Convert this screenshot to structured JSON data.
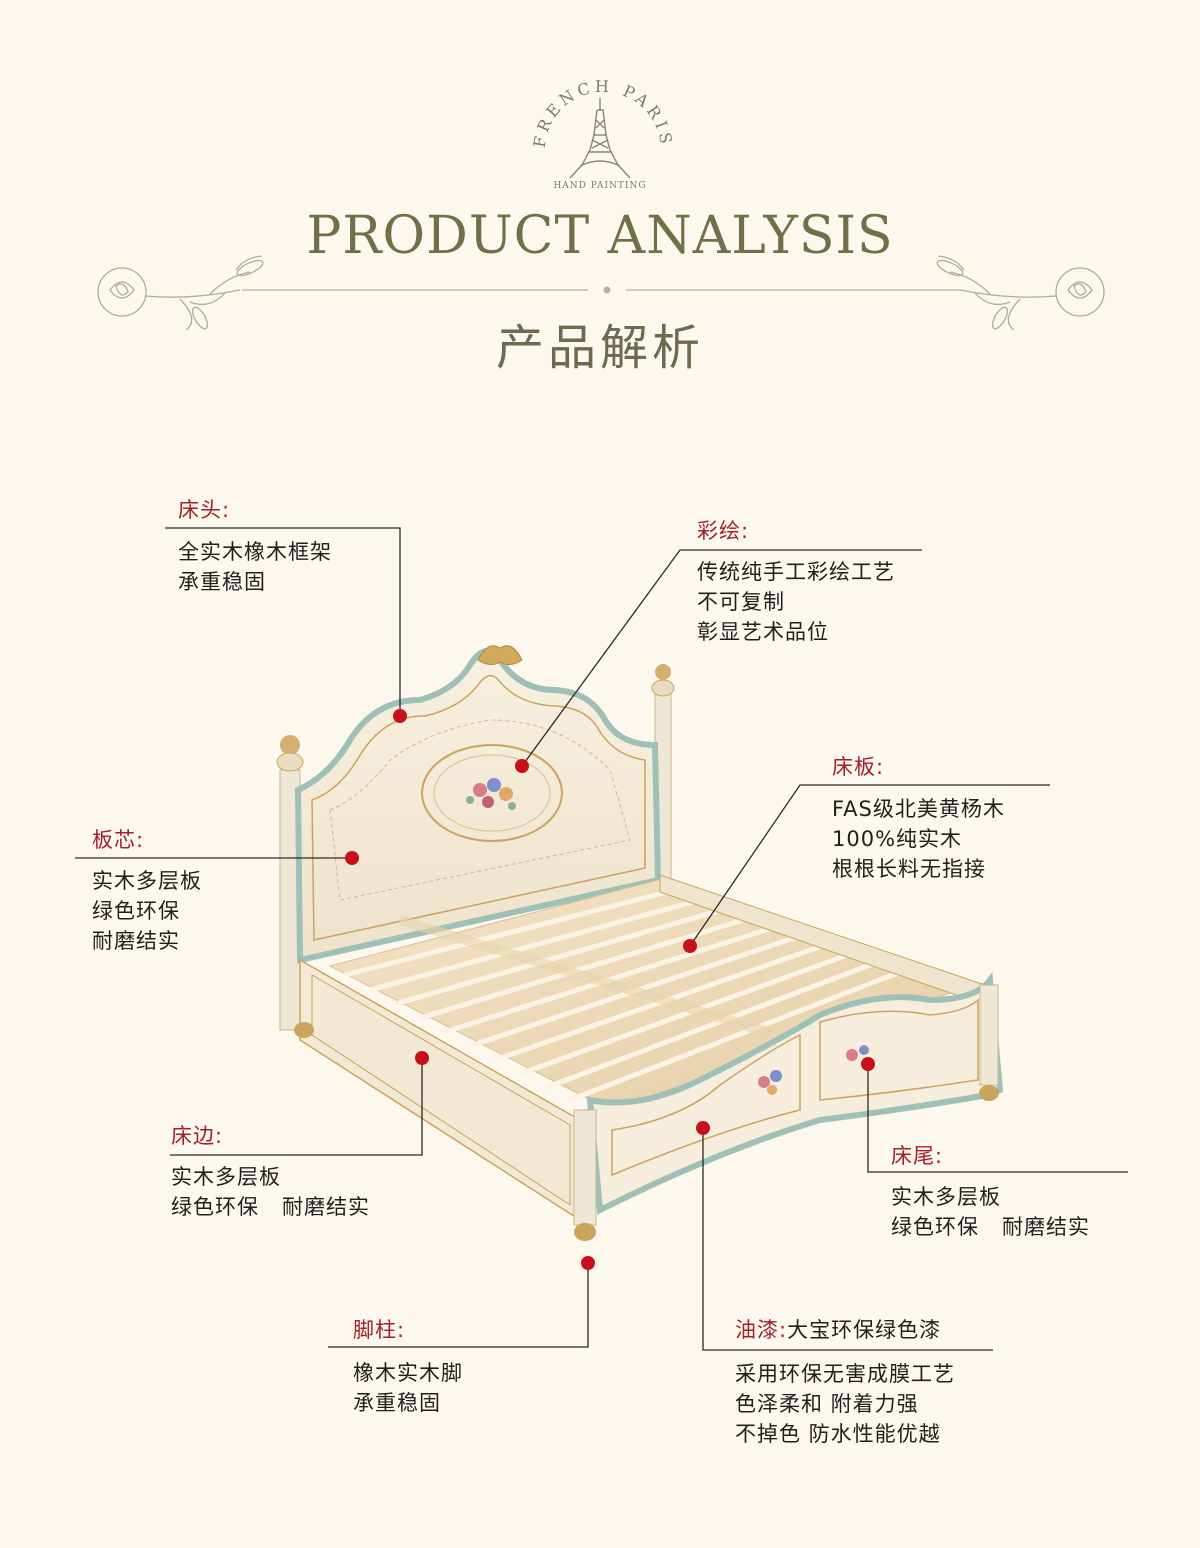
{
  "logo": {
    "arc_text": "FRENCH PARIS",
    "tagline": "HAND PAINTING"
  },
  "header": {
    "title": "PRODUCT ANALYSIS",
    "subtitle": "产品解析"
  },
  "colors": {
    "background": "#fcf8ee",
    "title": "#6f7048",
    "label_red": "#a51e27",
    "marker_red": "#c8101a"
  },
  "callouts": {
    "headboard": {
      "title": "床头:",
      "lines": [
        "全实木橡木框架",
        "承重稳固"
      ]
    },
    "painting": {
      "title": "彩绘:",
      "lines": [
        "传统纯手工彩绘工艺",
        "不可复制",
        "彰显艺术品位"
      ]
    },
    "bed_slats": {
      "title": "床板:",
      "lines": [
        "FAS级北美黄杨木",
        "100%纯实木",
        "根根长料无指接"
      ]
    },
    "panel_core": {
      "title": "板芯:",
      "lines": [
        "实木多层板",
        "绿色环保",
        "耐磨结实"
      ]
    },
    "side_rail": {
      "title": "床边:",
      "lines": [
        "实木多层板",
        "绿色环保   耐磨结实"
      ]
    },
    "footboard": {
      "title": "床尾:",
      "lines": [
        "实木多层板",
        "绿色环保   耐磨结实"
      ]
    },
    "legs": {
      "title": "脚柱:",
      "lines": [
        "橡木实木脚",
        "承重稳固"
      ]
    },
    "paint": {
      "title": "油漆:",
      "title_extra": "大宝环保绿色漆",
      "lines": [
        "采用环保无害成膜工艺",
        "色泽柔和 附着力强",
        "不掉色 防水性能优越"
      ]
    }
  }
}
